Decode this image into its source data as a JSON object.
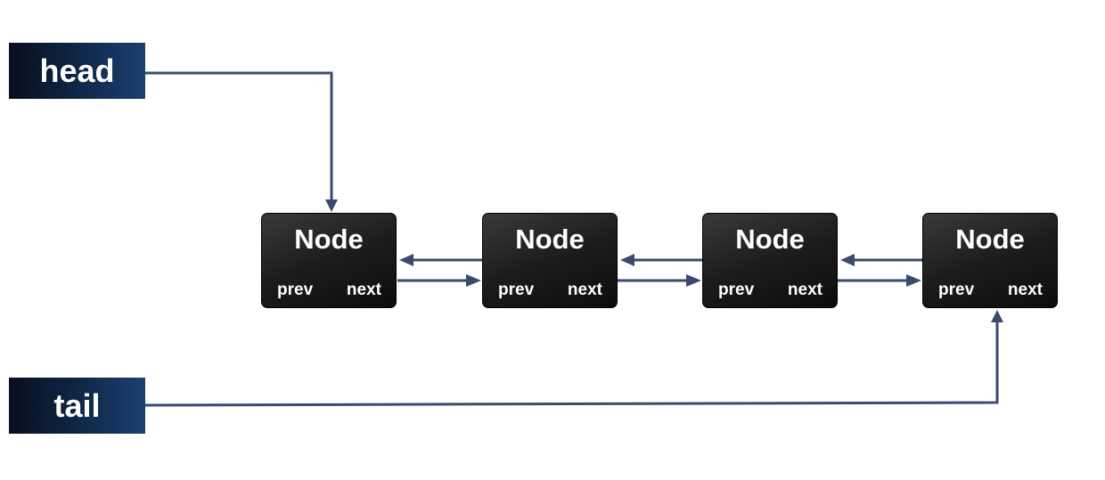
{
  "head_label": "head",
  "tail_label": "tail",
  "nodes": [
    {
      "title": "Node",
      "prev": "prev",
      "next": "next"
    },
    {
      "title": "Node",
      "prev": "prev",
      "next": "next"
    },
    {
      "title": "Node",
      "prev": "prev",
      "next": "next"
    },
    {
      "title": "Node",
      "prev": "prev",
      "next": "next"
    }
  ],
  "colors": {
    "connector": "#3b4b6e",
    "pointer_box_dark": "#07101c",
    "pointer_box_light": "#1b416f",
    "node_dark": "#0c0c0c",
    "node_light": "#3a3a3a"
  }
}
